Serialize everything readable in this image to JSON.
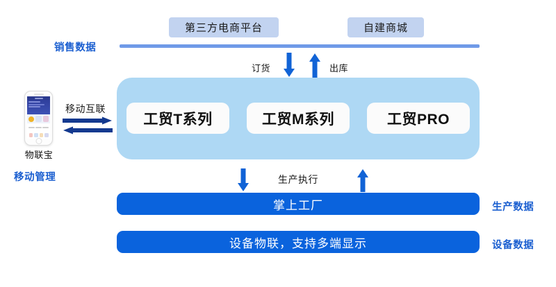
{
  "diagram": {
    "channels": [
      {
        "label": "第三方电商平台"
      },
      {
        "label": "自建商城"
      }
    ],
    "side_labels": {
      "sales_data": "销售数据",
      "mobile_management": "移动管理",
      "production_data": "生产数据",
      "device_data": "设备数据"
    },
    "flow_captions": {
      "order": "订货",
      "outbound": "出库",
      "mobile_internet": "移动互联",
      "production_execution": "生产执行"
    },
    "platform": {
      "products": [
        {
          "label": "工贸T系列"
        },
        {
          "label": "工贸M系列"
        },
        {
          "label": "工贸PRO"
        }
      ]
    },
    "bars": [
      {
        "label": "掌上工厂"
      },
      {
        "label": "设备物联，支持多端显示"
      }
    ],
    "device": {
      "caption": "物联宝"
    },
    "colors": {
      "chip_bg": "#c2d3f0",
      "rail": "#6f9ae8",
      "platform_bg": "#aed8f4",
      "bar_blue": "#0a63dd",
      "label_blue": "#1b5fd0",
      "arrow_blue": "#1163d6",
      "arrow_navy": "#13398f",
      "card_bg": "#fbfbfb"
    }
  }
}
